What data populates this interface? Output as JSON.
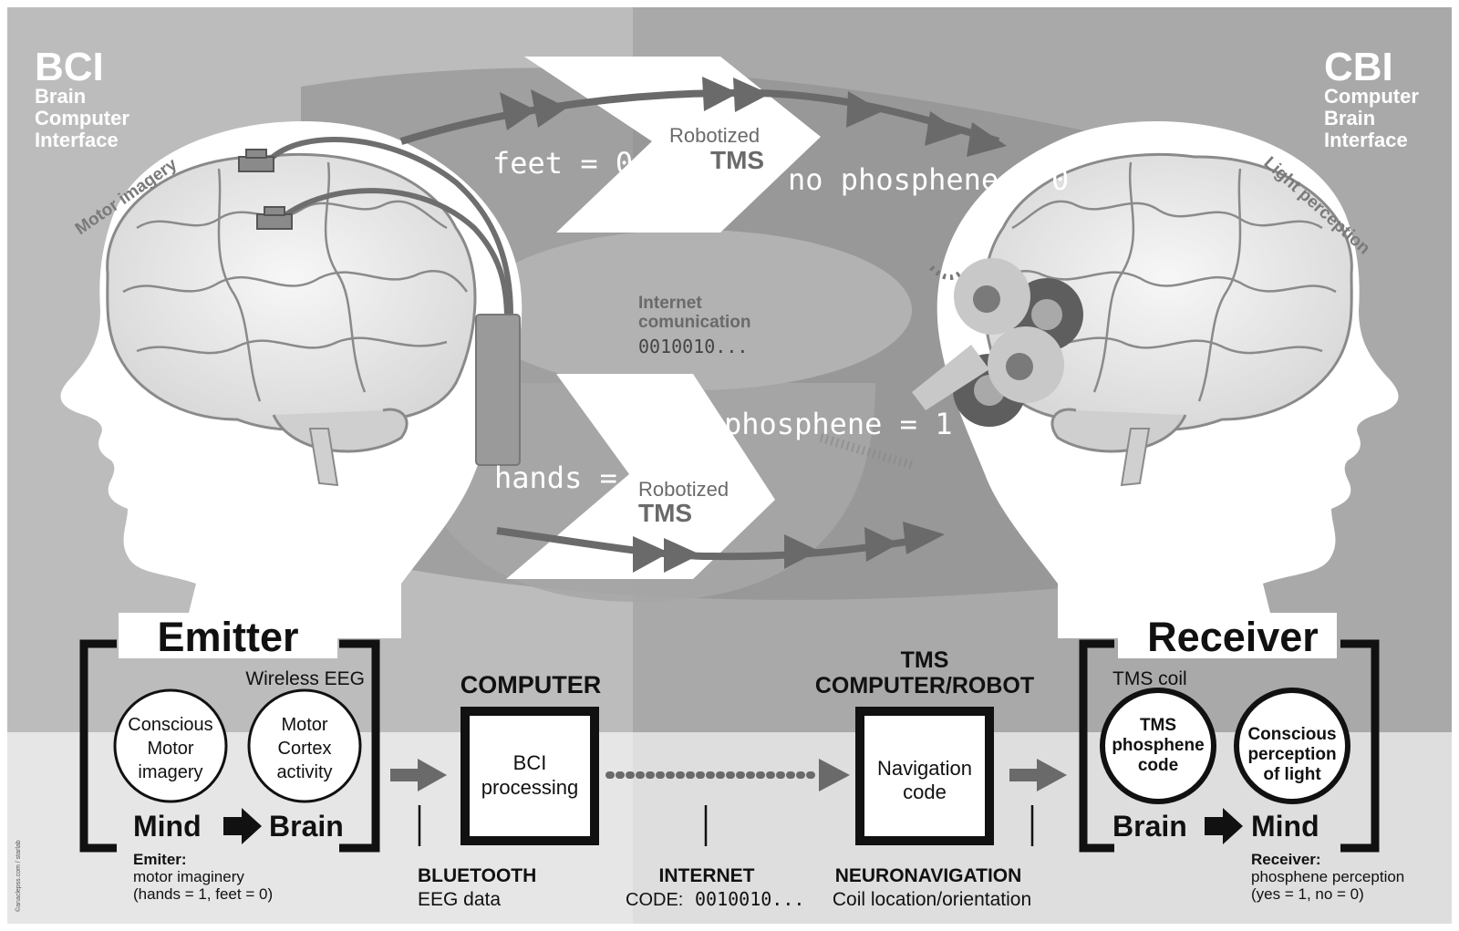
{
  "left_header": {
    "abbr": "BCI",
    "line1": "Brain",
    "line2": "Computer",
    "line3": "Interface"
  },
  "right_header": {
    "abbr": "CBI",
    "line1": "Computer",
    "line2": "Brain",
    "line3": "Interface"
  },
  "left_curve_label": "Motor imagery",
  "right_curve_label": "Light perception",
  "upper_channel": {
    "input": "feet = 0",
    "device_line1": "Robotized",
    "device_line2": "TMS",
    "output": "no phosphene = 0"
  },
  "internet": {
    "line1": "Internet",
    "line2": "comunication",
    "code": "0010010..."
  },
  "lower_channel": {
    "input": "hands = 1",
    "device_line1": "Robotized",
    "device_line2": "TMS",
    "output": "phosphene = 1"
  },
  "emitter": {
    "title": "Emitter",
    "wireless": "Wireless EEG",
    "circle1": [
      "Conscious",
      "Motor",
      "imagery"
    ],
    "circle2": [
      "Motor",
      "Cortex",
      "activity"
    ],
    "flow_from": "Mind",
    "flow_to": "Brain",
    "note_title": "Emiter:",
    "note_line1": "motor imaginery",
    "note_line2": "(hands = 1, feet = 0)"
  },
  "computer": {
    "title": "COMPUTER",
    "box_line1": "BCI",
    "box_line2": "processing"
  },
  "tms_computer": {
    "title_line1": "TMS",
    "title_line2": "COMPUTER/ROBOT",
    "box_line1": "Navigation",
    "box_line2": "code"
  },
  "receiver": {
    "title": "Receiver",
    "coil": "TMS coil",
    "circle1": [
      "TMS",
      "phosphene",
      "code"
    ],
    "circle2": [
      "Conscious",
      "perception",
      "of light"
    ],
    "flow_from": "Brain",
    "flow_to": "Mind",
    "note_title": "Receiver:",
    "note_line1": "phosphene perception",
    "note_line2": "(yes = 1, no = 0)"
  },
  "bottom_labels": {
    "bluetooth_title": "BLUETOOTH",
    "bluetooth_sub": "EEG data",
    "internet_title": "INTERNET",
    "internet_sub_prefix": "CODE:",
    "internet_sub_code": "0010010...",
    "neuro_title": "NEURONAVIGATION",
    "neuro_sub": "Coil location/orientation"
  },
  "credit": "©anaclepss.com / starlab",
  "colors": {
    "bg_left": "#bcbcbc",
    "bg_right": "#a9a9a9",
    "band_left": "#e6e6e6",
    "band_right": "#dedede",
    "oval": "#8d8d8d",
    "oval_mid": "#b2b2b2",
    "arrow": "#6a6a6a",
    "ink": "#111111"
  }
}
